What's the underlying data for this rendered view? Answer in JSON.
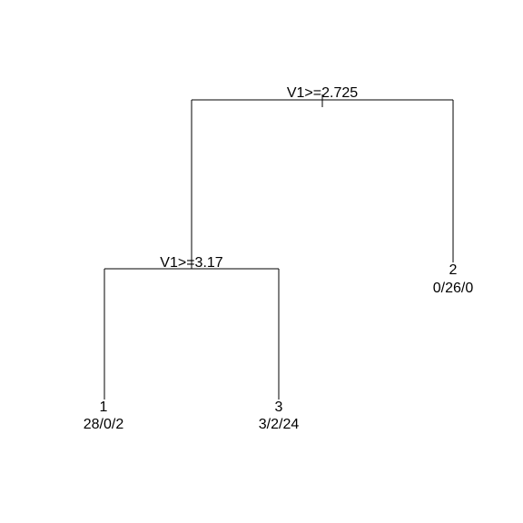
{
  "tree": {
    "root_split": "V1>=2.725",
    "left_split": "V1>=3.17",
    "leaves": [
      {
        "class_label": "1",
        "counts": "28/0/2"
      },
      {
        "class_label": "3",
        "counts": "3/2/24"
      },
      {
        "class_label": "2",
        "counts": "0/26/0"
      }
    ]
  }
}
